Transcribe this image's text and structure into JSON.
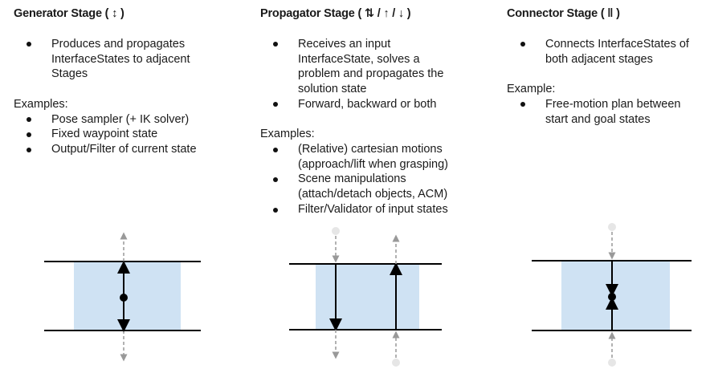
{
  "columns": [
    {
      "title": "Generator Stage ( ↕ )",
      "description": [
        "Produces and propagates",
        "InterfaceStates to adjacent",
        "Stages"
      ],
      "examples_label": "Examples:",
      "examples": [
        "Pose sampler (+ IK solver)",
        "Fixed waypoint state",
        "Output/Filter of current state"
      ]
    },
    {
      "title": "Propagator Stage ( ⇅ / ↑ / ↓ )",
      "description": [
        [
          "Receives an input",
          "InterfaceState, solves a",
          "problem and propagates the",
          "solution state"
        ],
        [
          "Forward, backward or both"
        ]
      ],
      "examples_label": "Examples:",
      "examples": [
        [
          "(Relative) cartesian motions",
          "(approach/lift when grasping)"
        ],
        [
          "Scene manipulations",
          "(attach/detach objects, ACM)"
        ],
        [
          "Filter/Validator of input states"
        ]
      ]
    },
    {
      "title": "Connector Stage ( ‖ )",
      "description": [
        "Connects InterfaceStates of",
        "both adjacent stages"
      ],
      "examples_label": "Example:",
      "examples": [
        "Free-motion plan between",
        "start and goal states"
      ]
    }
  ],
  "colors": {
    "stage_fill": "#cfe2f3",
    "line": "#000000",
    "dashed": "#999999",
    "ghost_node": "#e6e6e6"
  }
}
